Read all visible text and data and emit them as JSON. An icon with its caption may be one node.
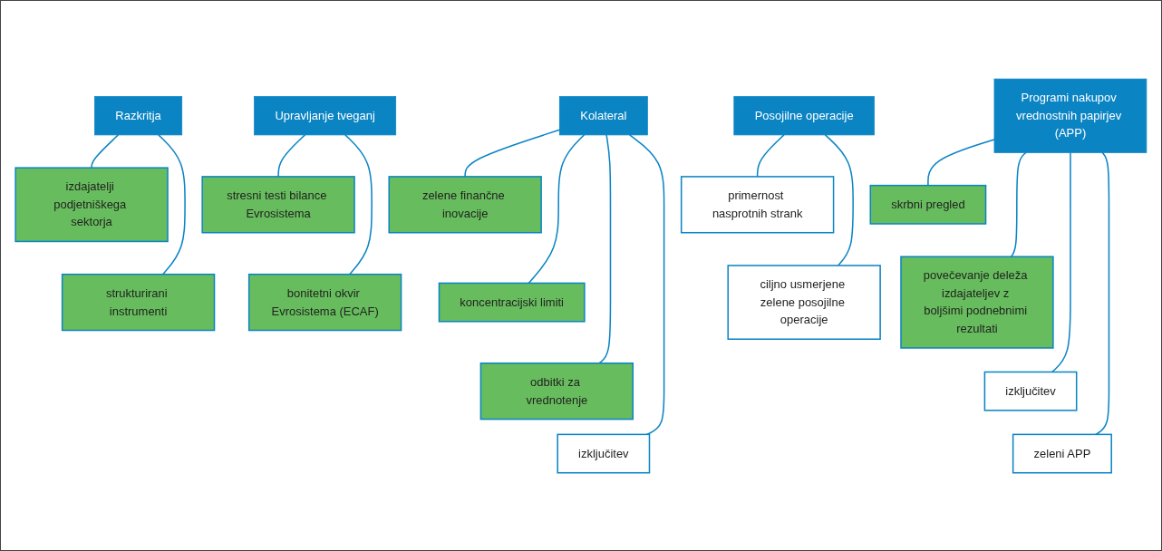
{
  "diagram": {
    "nodes": [
      {
        "text": [
          "Razkritja"
        ]
      },
      {
        "text": [
          "izdajatelji podjetniškega sektorja"
        ]
      },
      {
        "text": [
          "strukturirani instrumenti"
        ]
      },
      {
        "text": [
          "Upravljanje tveganj"
        ]
      },
      {
        "text": [
          "stresni testi bilance Evrosistema"
        ]
      },
      {
        "text": [
          "bonitetni okvir Evrosistema (ECAF)"
        ]
      },
      {
        "text": [
          "Kolateral"
        ]
      },
      {
        "text": [
          "zelene finančne inovacije"
        ]
      },
      {
        "text": [
          "koncentracijski limiti"
        ]
      },
      {
        "text": [
          "odbitki za vrednotenje"
        ]
      },
      {
        "text": [
          "izključitev"
        ]
      },
      {
        "text": [
          "Programi nakupov vrednostnih papirjev (APP)"
        ]
      },
      {
        "text": [
          "skrbni pregled"
        ]
      },
      {
        "text": [
          "povečevanje deleža izdajateljev z boljšimi podnebnimi rezultati"
        ]
      },
      {
        "text": [
          "izključitev"
        ]
      },
      {
        "text": [
          "zeleni APP"
        ]
      },
      {
        "text": [
          "Posojilne operacije"
        ]
      },
      {
        "text": [
          "primernost nasprotnih strank"
        ]
      },
      {
        "text": [
          "ciljno usmerjene zelene posojilne operacije"
        ]
      }
    ],
    "edges": [
      {
        "from": 0,
        "to": 1,
        "arrow": "none"
      },
      {
        "from": 0,
        "to": 2,
        "arrow": "none"
      },
      {
        "from": 3,
        "to": 4,
        "arrow": "none"
      },
      {
        "from": 3,
        "to": 5,
        "arrow": "none"
      },
      {
        "from": 6,
        "to": 7,
        "arrow": "none"
      },
      {
        "from": 6,
        "to": 8,
        "arrow": "none"
      },
      {
        "from": 6,
        "to": 9,
        "arrow": "none"
      },
      {
        "from": 6,
        "to": 10,
        "arrow": "none"
      },
      {
        "from": 11,
        "to": 12,
        "arrow": "none"
      },
      {
        "from": 11,
        "to": 13,
        "arrow": "none"
      },
      {
        "from": 11,
        "to": 14,
        "arrow": "none"
      },
      {
        "from": 11,
        "to": 15,
        "arrow": "none"
      },
      {
        "from": 16,
        "to": 17,
        "arrow": "none"
      },
      {
        "from": 16,
        "to": 18,
        "arrow": "none"
      }
    ]
  }
}
